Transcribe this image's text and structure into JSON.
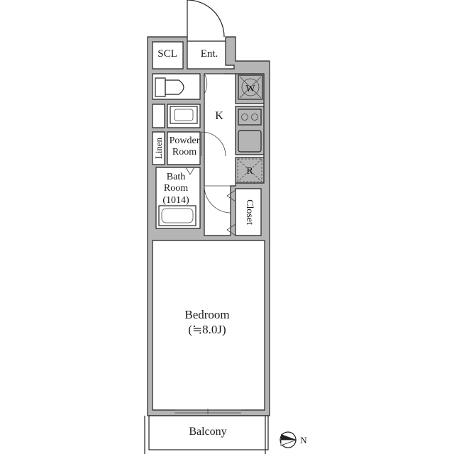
{
  "rooms": {
    "scl": "SCL",
    "entrance": "Ent.",
    "washer": "W",
    "kitchen": "K",
    "linen": "Linen",
    "powder_line1": "Powder",
    "powder_line2": "Room",
    "refrigerator": "R",
    "bath_line1": "Bath",
    "bath_line2": "Room",
    "bath_size": "(1014)",
    "closet": "Closet",
    "bedroom": "Bedroom",
    "bedroom_size": "(≒8.0J)",
    "balcony": "Balcony"
  },
  "compass": {
    "north": "N"
  },
  "colors": {
    "wall_fill": "#b5b5b5",
    "ink": "#222222"
  }
}
